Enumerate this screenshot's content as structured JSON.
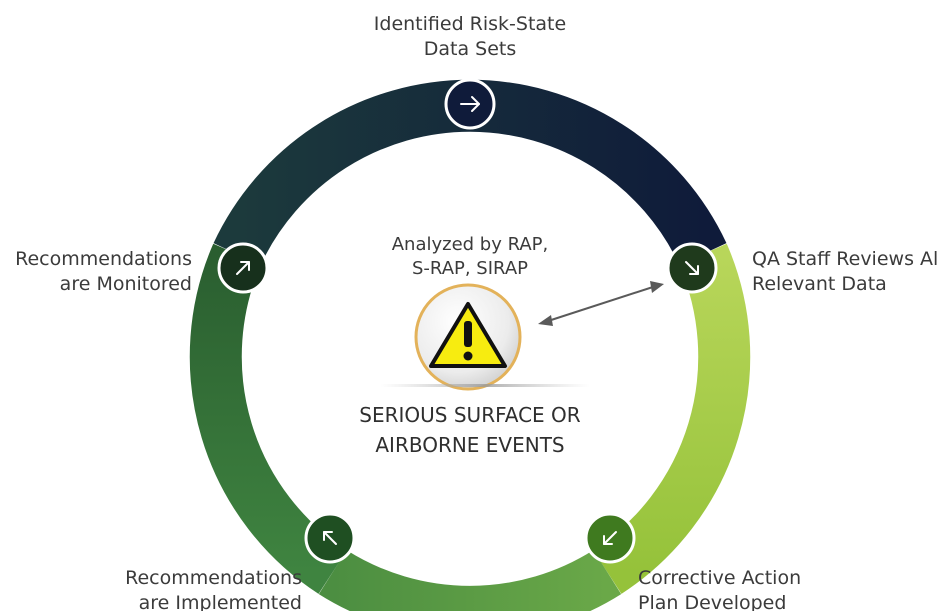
{
  "steps": [
    {
      "id": "identified",
      "lines": [
        "Identified Risk-State",
        "Data Sets"
      ],
      "icon": "arrow-right-icon",
      "color": "#0f1b3a"
    },
    {
      "id": "qa-review",
      "lines": [
        "QA Staff Reviews All",
        "Relevant Data"
      ],
      "icon": "arrow-down-right-icon",
      "color": "#1f3a1c"
    },
    {
      "id": "corrective",
      "lines": [
        "Corrective Action",
        "Plan Developed"
      ],
      "icon": "arrow-down-left-icon",
      "color": "#3f7a1f"
    },
    {
      "id": "implemented",
      "lines": [
        "Recommendations",
        "are Implemented"
      ],
      "icon": "arrow-up-left-icon",
      "color": "#1f4f22"
    },
    {
      "id": "monitored",
      "lines": [
        "Recommendations",
        "are Monitored"
      ],
      "icon": "arrow-up-right-icon",
      "color": "#17301c"
    }
  ],
  "center": {
    "analyzed": [
      "Analyzed by RAP,",
      "S-RAP, SIRAP"
    ],
    "events": [
      "SERIOUS SURFACE OR",
      "AIRBORNE EVENTS"
    ],
    "icon": "warning-icon"
  },
  "colors": {
    "ring_navy": "#0f1b3a",
    "ring_teal": "#1c3a3c",
    "ring_lime": "#a7cd45",
    "ring_green": "#549a45",
    "ring_dark_green": "#2f6a33",
    "warning_yellow": "#f7ec10",
    "badge_rim": "#e3b25a"
  }
}
